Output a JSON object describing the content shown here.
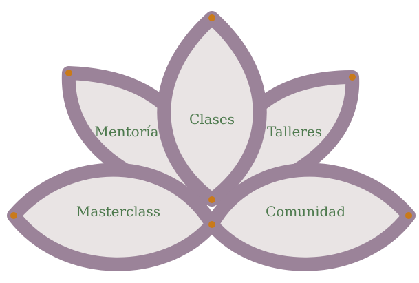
{
  "diagram": {
    "petals": [
      {
        "id": "mentoria",
        "label": "Mentoría"
      },
      {
        "id": "talleres",
        "label": "Talleres"
      },
      {
        "id": "clases",
        "label": "Clases"
      },
      {
        "id": "masterclass",
        "label": "Masterclass"
      },
      {
        "id": "comunidad",
        "label": "Comunidad"
      }
    ],
    "colors": {
      "petal_fill": "#e9e4e4",
      "petal_stroke": "#9b8399",
      "label": "#4e7a4e",
      "dot": "#c97a1a"
    }
  }
}
